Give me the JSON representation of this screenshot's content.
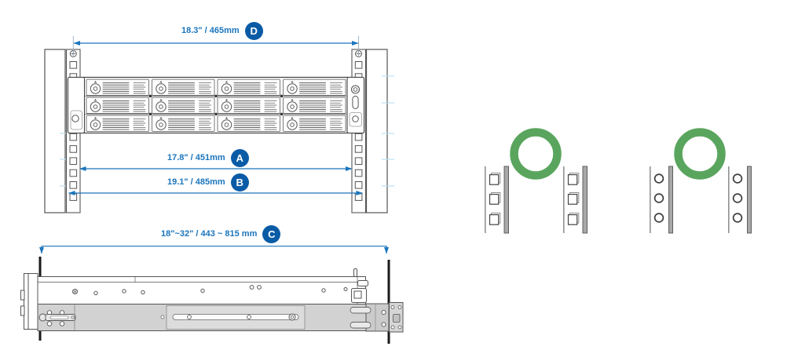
{
  "dims": {
    "D": {
      "label": "18.3\" / 465mm",
      "badge": "D"
    },
    "A": {
      "label": "17.8\" / 451mm",
      "badge": "A"
    },
    "B": {
      "label": "19.1\" / 485mm",
      "badge": "B"
    },
    "C": {
      "label": "18\"~32\" / 443 ~ 815 mm",
      "badge": "C"
    }
  },
  "front_view": {
    "name": "rack front view with 12-bay chassis",
    "drive_bay_columns": 4,
    "drive_bay_rows": 3
  },
  "side_view": {
    "name": "chassis side view with slide rail between rack posts"
  },
  "rack_types": [
    {
      "name": "square-hole rack posts",
      "holes_per_post": 3,
      "indicator": "compatible-green-circle"
    },
    {
      "name": "round-hole rack posts",
      "holes_per_post": 3,
      "indicator": "compatible-green-circle"
    }
  ],
  "colors": {
    "dimension_blue": "#1b75bc",
    "badge_blue": "#0a5ba6",
    "compatible_green": "#5aa55e",
    "outline_gray": "#555555",
    "rail_gray": "#d2d2d2"
  }
}
